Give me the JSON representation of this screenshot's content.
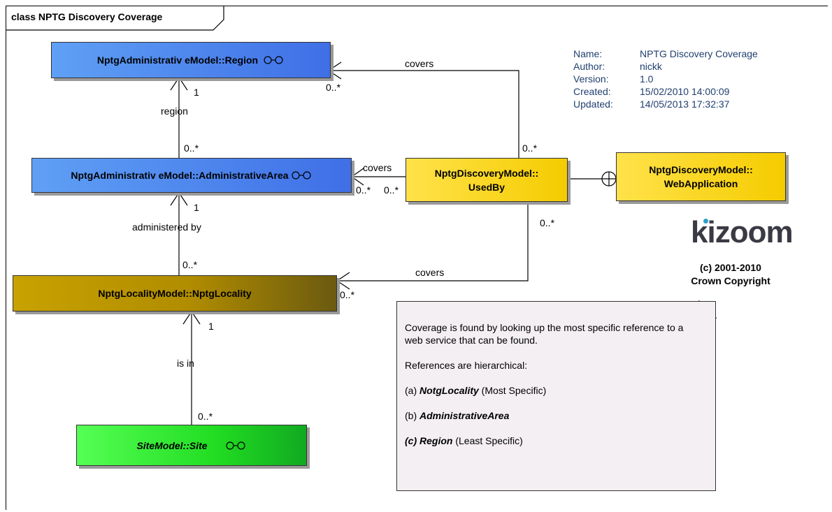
{
  "diagram": {
    "title": "class NPTG Discovery Coverage",
    "classes": {
      "region": "NptgAdministrativ eModel::Region",
      "admin_area": "NptgAdministrativ eModel::AdministrativeArea",
      "locality": "NptgLocalityModel::NptgLocality",
      "site": "SiteModel::Site",
      "used_by_line1": "NptgDiscoveryModel::",
      "used_by_line2": "UsedBy",
      "web_app_line1": "NptgDiscoveryModel::",
      "web_app_line2": "WebApplication"
    },
    "connectors": {
      "covers_top": "covers",
      "covers_mid": "covers",
      "covers_bottom": "covers",
      "region": "region",
      "administered_by": "administered by",
      "is_in": "is in"
    },
    "multiplicities": {
      "region_end": "0..*",
      "usedby_top": "0..*",
      "region_role": "1",
      "admin_from_region": "0..*",
      "admin_end": "0..*",
      "usedby_left": "0..*",
      "admin_role": "1",
      "usedby_bottom": "0..*",
      "locality_from_admin": "0..*",
      "locality_end": "0..*",
      "locality_role": "1",
      "site_end": "0..*"
    },
    "metadata": {
      "name_label": "Name:",
      "name": "NPTG Discovery Coverage",
      "author_label": "Author:",
      "author": "nickk",
      "version_label": "Version:",
      "version": "1.0",
      "created_label": "Created:",
      "created": "15/02/2010 14:00:09",
      "updated_label": "Updated:",
      "updated": "14/05/2013 17:32:37"
    },
    "logo": "kizoom",
    "copyright_line1": "(c) 2001-2010",
    "copyright_line2": "Crown Copyright",
    "note": {
      "p1": "Coverage is found by looking up the most specific reference to a web service that can be found.",
      "p2": "References are hierarchical:",
      "a_prefix": "(a) ",
      "a_bold": "NotgLocality",
      "a_suffix": " (Most Specific)",
      "b_prefix": "(b) ",
      "b_bold": "AdministrativeArea",
      "c_bold": "(c) Region",
      "c_suffix": " (Least Specific)"
    }
  }
}
